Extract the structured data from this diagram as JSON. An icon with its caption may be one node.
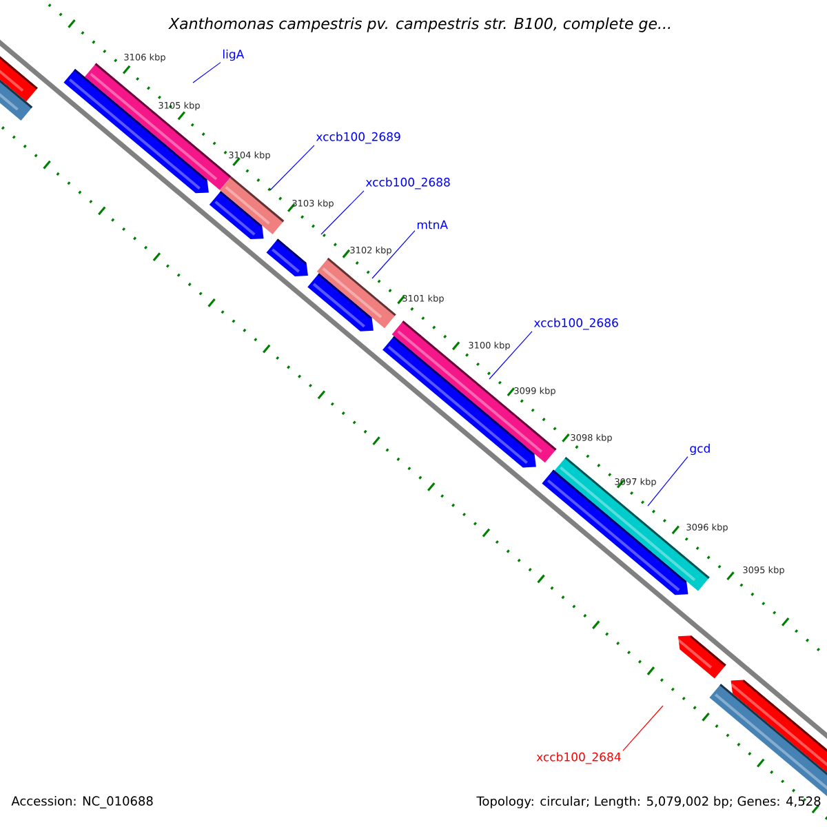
{
  "diagram": {
    "title": "Xanthomonas campestris pv. campestris str. B100, complete ge...",
    "nodes": [
      {
        "text": [
          "ligA"
        ]
      },
      {
        "text": [
          "xccb100_2689"
        ]
      },
      {
        "text": [
          "xccb100_2688"
        ]
      },
      {
        "text": [
          "mtnA"
        ]
      },
      {
        "text": [
          "xccb100_2686"
        ]
      },
      {
        "text": [
          "gcd"
        ]
      },
      {
        "text": [
          "xccb100_2684"
        ]
      }
    ],
    "edges": [
      {
        "from": 0,
        "to": null,
        "arrow": "none"
      },
      {
        "from": 1,
        "to": null,
        "arrow": "none"
      },
      {
        "from": 2,
        "to": null,
        "arrow": "none"
      },
      {
        "from": 3,
        "to": null,
        "arrow": "none"
      },
      {
        "from": 4,
        "to": null,
        "arrow": "none"
      },
      {
        "from": 5,
        "to": null,
        "arrow": "none"
      },
      {
        "from": 6,
        "to": null,
        "arrow": "none",
        "color": "#ff0000"
      }
    ],
    "labels": [
      "3106 kbp",
      "3105 kbp",
      "3104 kbp",
      "3103 kbp",
      "3102 kbp",
      "3101 kbp",
      "3100 kbp",
      "3099 kbp",
      "3098 kbp",
      "3097 kbp",
      "3096 kbp",
      "3095 kbp",
      "Accession: NC_010688",
      "Topology: circular; Length: 5,079,002 bp; Genes: 4,528"
    ]
  }
}
